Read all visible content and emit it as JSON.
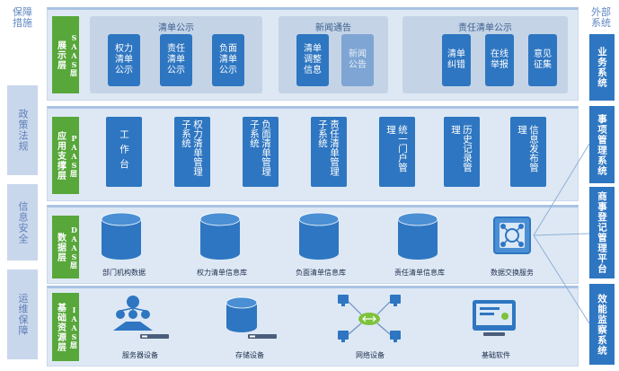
{
  "left": {
    "header": "保障措施",
    "items": [
      "政策法规",
      "信息安全",
      "运维保障"
    ]
  },
  "right": {
    "header": "外部系统",
    "items": [
      "业务系统",
      "事项管理系统",
      "商事登记管理平台",
      "效能监察系统"
    ]
  },
  "layers": {
    "saas": {
      "line1": "展示层",
      "line2": "SAAS层",
      "groups": [
        {
          "title": "清单公示",
          "items": [
            "权力清单公示",
            "责任清单公示",
            "负面清单公示"
          ]
        },
        {
          "title": "新闻通告",
          "items": [
            "清单调整信息",
            "新闻公告"
          ]
        },
        {
          "title": "责任清单公示",
          "items": [
            "清单纠错",
            "在线举报",
            "意见征集"
          ]
        }
      ]
    },
    "paas": {
      "line1": "应用支撑层",
      "line2": "PAAS层",
      "items": [
        "工作台",
        "权力清单管理子系统",
        "负面清单管理子系统",
        "责任清单管理子系统",
        "统一门户管理",
        "历史记录管理",
        "信息发布管理"
      ]
    },
    "daas": {
      "line1": "数据层",
      "line2": "DAAS层",
      "items": [
        "部门机构数据",
        "权力清单信息库",
        "负面清单信息库",
        "责任清单信息库",
        "数据交换服务"
      ]
    },
    "iaas": {
      "line1": "基础资源层",
      "line2": "IAAS层",
      "items": [
        "服务器设备",
        "存储设备",
        "网络设备",
        "基础软件"
      ]
    }
  },
  "colors": {
    "layer_green": "#57a73b",
    "box_blue": "#2e76c1",
    "band_bg": "#dde8f4",
    "side_bg": "#c8d7ec"
  }
}
